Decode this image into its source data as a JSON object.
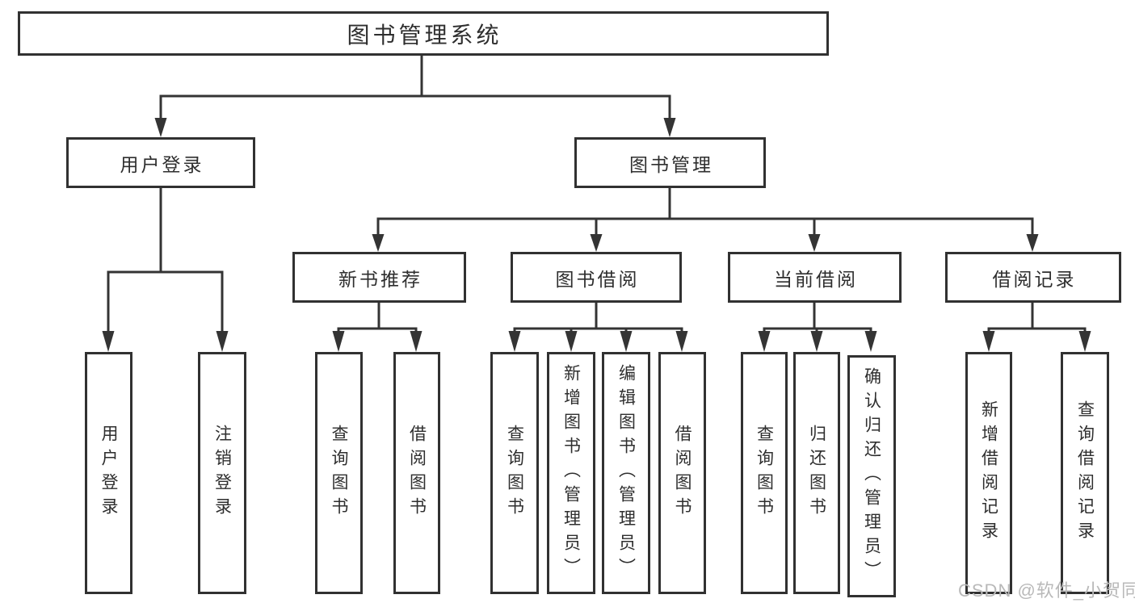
{
  "diagram": {
    "type": "org-chart",
    "title": "图书管理系统",
    "level2": [
      {
        "id": "user-login",
        "label": "用户登录",
        "parent": "图书管理系统"
      },
      {
        "id": "book-management",
        "label": "图书管理",
        "parent": "图书管理系统"
      }
    ],
    "level3": [
      {
        "id": "new-book-recommend",
        "label": "新书推荐",
        "parent": "图书管理"
      },
      {
        "id": "book-borrowing",
        "label": "图书借阅",
        "parent": "图书管理"
      },
      {
        "id": "current-borrowing",
        "label": "当前借阅",
        "parent": "图书管理"
      },
      {
        "id": "borrow-records",
        "label": "借阅记录",
        "parent": "图书管理"
      }
    ],
    "leaves": [
      {
        "label": "用户登录",
        "parent": "用户登录"
      },
      {
        "label": "注销登录",
        "parent": "用户登录"
      },
      {
        "label": "查询图书",
        "parent": "新书推荐"
      },
      {
        "label": "借阅图书",
        "parent": "新书推荐"
      },
      {
        "label": "查询图书",
        "parent": "图书借阅"
      },
      {
        "label": "新增图书（管理员）",
        "parent": "图书借阅"
      },
      {
        "label": "编辑图书（管理员）",
        "parent": "图书借阅"
      },
      {
        "label": "借阅图书",
        "parent": "图书借阅"
      },
      {
        "label": "查询图书",
        "parent": "当前借阅"
      },
      {
        "label": "归还图书",
        "parent": "当前借阅"
      },
      {
        "label": "确认归还（管理员）",
        "parent": "当前借阅"
      },
      {
        "label": "新增借阅记录",
        "parent": "借阅记录"
      },
      {
        "label": "查询借阅记录",
        "parent": "借阅记录"
      }
    ]
  },
  "watermark": {
    "text": "CSDN @软件_小贺同学"
  },
  "colors": {
    "line": "#343434",
    "box_border": "#313131",
    "text": "#2e2e2e",
    "background": "#ffffff",
    "watermark": "#b9b9b9"
  }
}
